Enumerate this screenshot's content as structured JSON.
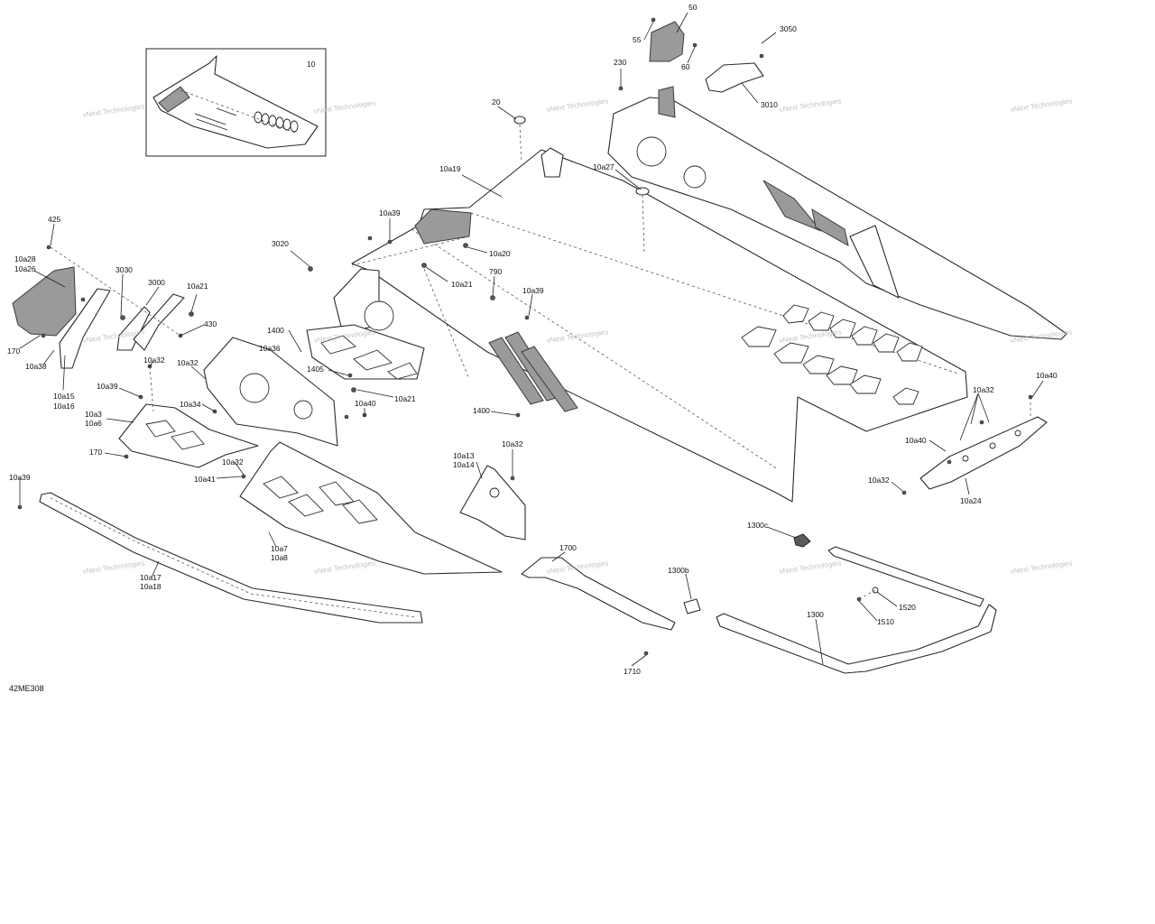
{
  "figure_code": "42ME308",
  "watermark_text": "vNext Technologies",
  "inset_label": "10",
  "callouts": [
    {
      "id": "c-50",
      "text": "50"
    },
    {
      "id": "c-55",
      "text": "55"
    },
    {
      "id": "c-60",
      "text": "60"
    },
    {
      "id": "c-3050",
      "text": "3050"
    },
    {
      "id": "c-3010",
      "text": "3010"
    },
    {
      "id": "c-230",
      "text": "230"
    },
    {
      "id": "c-20",
      "text": "20"
    },
    {
      "id": "c-10a19",
      "text": "10a19"
    },
    {
      "id": "c-10a27",
      "text": "10a27"
    },
    {
      "id": "c-10a39-a",
      "text": "10a39"
    },
    {
      "id": "c-3020",
      "text": "3020"
    },
    {
      "id": "c-10a20",
      "text": "10a20"
    },
    {
      "id": "c-10a21-a",
      "text": "10a21"
    },
    {
      "id": "c-790",
      "text": "790"
    },
    {
      "id": "c-10a39-b",
      "text": "10a39"
    },
    {
      "id": "c-425",
      "text": "425"
    },
    {
      "id": "c-10a28",
      "text": "10a28"
    },
    {
      "id": "c-10a26",
      "text": "10a26"
    },
    {
      "id": "c-3030",
      "text": "3030"
    },
    {
      "id": "c-3000",
      "text": "3000"
    },
    {
      "id": "c-10a21-b",
      "text": "10a21"
    },
    {
      "id": "c-430",
      "text": "430"
    },
    {
      "id": "c-170-a",
      "text": "170"
    },
    {
      "id": "c-10a38",
      "text": "10a38"
    },
    {
      "id": "c-1400-a",
      "text": "1400"
    },
    {
      "id": "c-10a36",
      "text": "10a36"
    },
    {
      "id": "c-1405",
      "text": "1405"
    },
    {
      "id": "c-10a21-c",
      "text": "10a21"
    },
    {
      "id": "c-10a32-a",
      "text": "10a32"
    },
    {
      "id": "c-10a32-b",
      "text": "10a32"
    },
    {
      "id": "c-10a15",
      "text": "10a15"
    },
    {
      "id": "c-10a16",
      "text": "10a16"
    },
    {
      "id": "c-10a39-c",
      "text": "10a39"
    },
    {
      "id": "c-10a34",
      "text": "10a34"
    },
    {
      "id": "c-10a40-a",
      "text": "10a40"
    },
    {
      "id": "c-10a3",
      "text": "10a3"
    },
    {
      "id": "c-10a6",
      "text": "10a6"
    },
    {
      "id": "c-1400-b",
      "text": "1400"
    },
    {
      "id": "c-170-b",
      "text": "170"
    },
    {
      "id": "c-10a32-c",
      "text": "10a32"
    },
    {
      "id": "c-10a41",
      "text": "10a41"
    },
    {
      "id": "c-10a39-d",
      "text": "10a39"
    },
    {
      "id": "c-10a13",
      "text": "10a13"
    },
    {
      "id": "c-10a14",
      "text": "10a14"
    },
    {
      "id": "c-10a32-d",
      "text": "10a32"
    },
    {
      "id": "c-10a7",
      "text": "10a7"
    },
    {
      "id": "c-10a8",
      "text": "10a8"
    },
    {
      "id": "c-10a17",
      "text": "10a17"
    },
    {
      "id": "c-10a18",
      "text": "10a18"
    },
    {
      "id": "c-1700",
      "text": "1700"
    },
    {
      "id": "c-1710",
      "text": "1710"
    },
    {
      "id": "c-1300b",
      "text": "1300b"
    },
    {
      "id": "c-1300c",
      "text": "1300c"
    },
    {
      "id": "c-1520",
      "text": "1520"
    },
    {
      "id": "c-1510",
      "text": "1510"
    },
    {
      "id": "c-1300",
      "text": "1300"
    },
    {
      "id": "c-10a32-e",
      "text": "10a32"
    },
    {
      "id": "c-10a40-b",
      "text": "10a40"
    },
    {
      "id": "c-10a40-c",
      "text": "10a40"
    },
    {
      "id": "c-10a32-f",
      "text": "10a32"
    },
    {
      "id": "c-10a24",
      "text": "10a24"
    }
  ]
}
